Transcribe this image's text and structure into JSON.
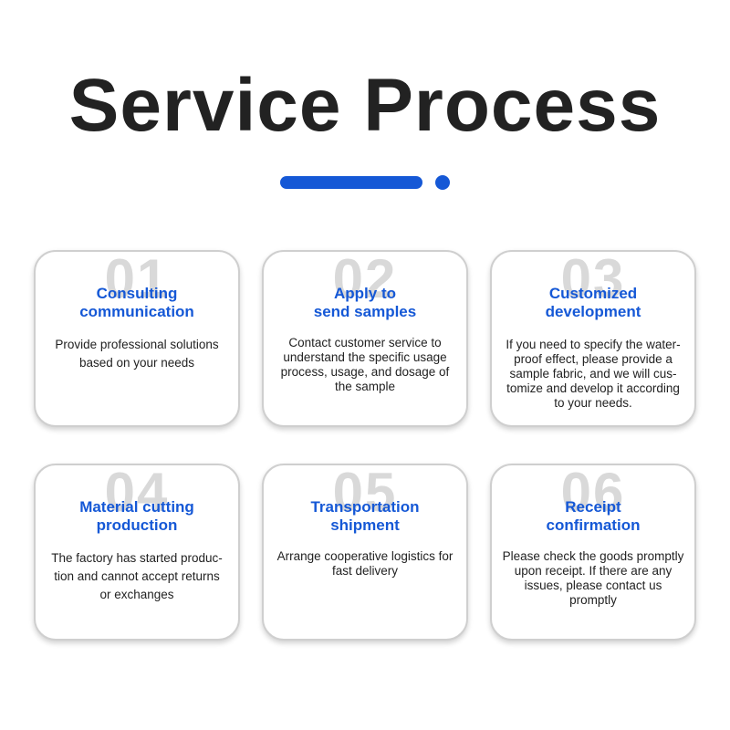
{
  "title": "Service Process",
  "accent_color": "#1558d6",
  "cards": [
    {
      "number": "01",
      "title_lines": [
        "Consulting",
        "communication"
      ],
      "desc_lines": [
        "Provide professional solutions",
        "based on your needs"
      ]
    },
    {
      "number": "02",
      "title_lines": [
        "Apply to",
        "send samples"
      ],
      "desc_lines": [
        "Contact customer service to",
        "understand the specific usage",
        "process, usage, and dosage of",
        "the sample"
      ]
    },
    {
      "number": "03",
      "title_lines": [
        "Customized",
        "development"
      ],
      "desc_lines": [
        "If you need to specify the water-",
        "proof effect, please provide a",
        "sample fabric, and we will cus-",
        "tomize and develop it according",
        "to your needs."
      ]
    },
    {
      "number": "04",
      "title_lines": [
        "Material cutting",
        "production"
      ],
      "desc_lines": [
        "The factory has started produc-",
        "tion and cannot accept returns",
        "or exchanges"
      ]
    },
    {
      "number": "05",
      "title_lines": [
        "Transportation",
        "shipment"
      ],
      "desc_lines": [
        "Arrange cooperative logistics for",
        "fast delivery"
      ]
    },
    {
      "number": "06",
      "title_lines": [
        "Receipt",
        "confirmation"
      ],
      "desc_lines": [
        "Please check the goods promptly",
        "upon receipt. If there are any",
        "issues, please contact us",
        "promptly"
      ]
    }
  ]
}
